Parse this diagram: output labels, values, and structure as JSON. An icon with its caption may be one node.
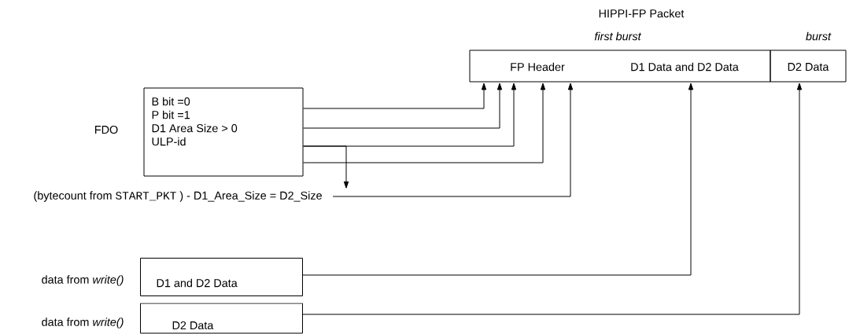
{
  "diagram": {
    "title": "HIPPI-FP Packet",
    "nodes": [
      {
        "text": [
          "first burst",
          "FP Header",
          "D1 Data and D2 Data"
        ]
      },
      {
        "text": [
          "burst",
          "D2 Data"
        ]
      },
      {
        "text": [
          "B bit =0",
          "P bit =1",
          "D1 Area Size > 0",
          "ULP-id"
        ],
        "beside": [
          "FDO"
        ]
      },
      {
        "text": [
          "(bytecount from",
          "START_PKT",
          ") - D1_Area_Size = D2_Size"
        ]
      },
      {
        "text": [
          "D1 and D2 Data"
        ],
        "beside": [
          "data from *write()*"
        ]
      },
      {
        "text": [
          "D2 Data"
        ],
        "beside": [
          "data from *write()*"
        ]
      }
    ],
    "edges": [
      {
        "from": 2,
        "to": 0,
        "arrow": "to"
      },
      {
        "from": 2,
        "to": 0,
        "arrow": "to"
      },
      {
        "from": 2,
        "to": 0,
        "arrow": "to"
      },
      {
        "from": 2,
        "to": 0,
        "arrow": "to"
      },
      {
        "from": 2,
        "to": 3,
        "arrow": "to"
      },
      {
        "from": 3,
        "to": 0,
        "arrow": "to"
      },
      {
        "from": 4,
        "to": 0,
        "arrow": "to"
      },
      {
        "from": 5,
        "to": 1,
        "arrow": "to"
      }
    ]
  }
}
